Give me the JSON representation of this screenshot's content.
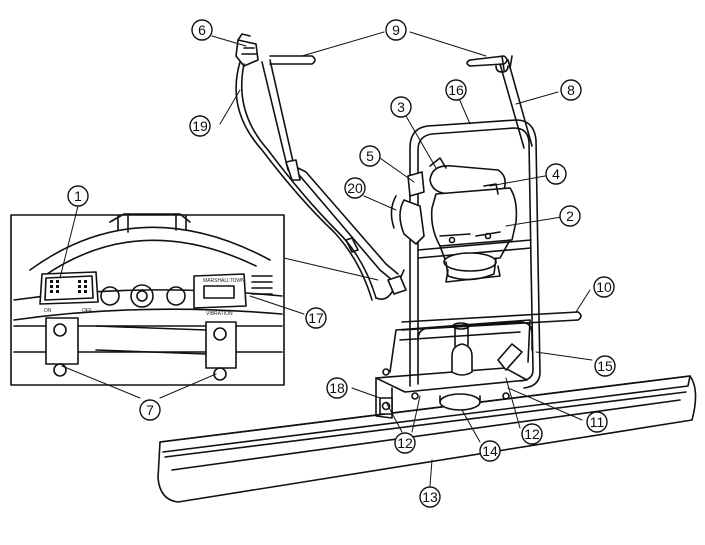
{
  "diagram": {
    "callouts": [
      {
        "id": "c1",
        "label": "1"
      },
      {
        "id": "c2",
        "label": "2"
      },
      {
        "id": "c3",
        "label": "3"
      },
      {
        "id": "c4",
        "label": "4"
      },
      {
        "id": "c5",
        "label": "5"
      },
      {
        "id": "c6",
        "label": "6"
      },
      {
        "id": "c7",
        "label": "7"
      },
      {
        "id": "c8",
        "label": "8"
      },
      {
        "id": "c9",
        "label": "9"
      },
      {
        "id": "c10",
        "label": "10"
      },
      {
        "id": "c11",
        "label": "11"
      },
      {
        "id": "c12a",
        "label": "12"
      },
      {
        "id": "c12b",
        "label": "12"
      },
      {
        "id": "c13",
        "label": "13"
      },
      {
        "id": "c14",
        "label": "14"
      },
      {
        "id": "c15",
        "label": "15"
      },
      {
        "id": "c16",
        "label": "16"
      },
      {
        "id": "c17",
        "label": "17"
      },
      {
        "id": "c18",
        "label": "18"
      },
      {
        "id": "c19",
        "label": "19"
      },
      {
        "id": "c20",
        "label": "20"
      }
    ],
    "inset_labels": {
      "switch_on": "ON",
      "switch_off": "OFF",
      "meter_brand": "MARSHALLTOWN",
      "meter_sub": "VIBRATION"
    }
  },
  "colors": {
    "line": "#111111",
    "background": "#ffffff"
  }
}
